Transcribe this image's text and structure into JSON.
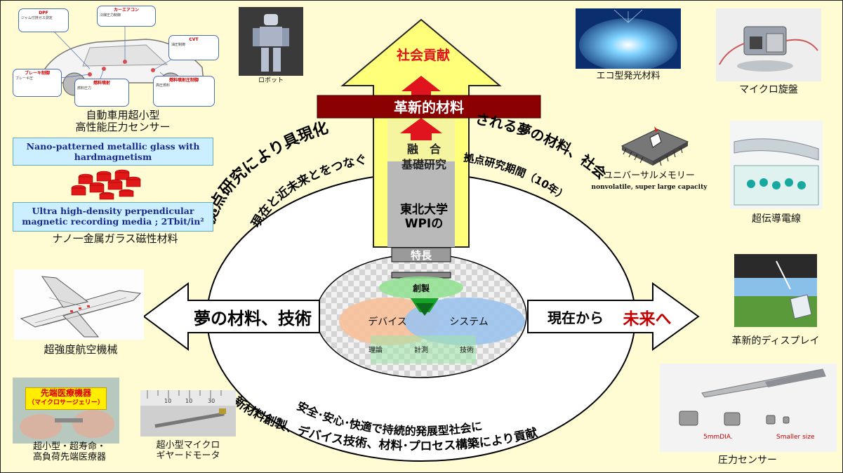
{
  "center": {
    "top_arrow": "社会貢献",
    "banner": "革新的材料",
    "fusion": [
      "融　合",
      "基礎研究"
    ],
    "wpi": [
      "東北大学",
      "WPIの"
    ],
    "feature": "特長",
    "creation": "創製",
    "device": "デバイス",
    "system": "システム",
    "small": [
      "理論",
      "計測",
      "技術"
    ],
    "left_arrow": "夢の材料、技術",
    "right_arrow_pre": "現在から",
    "right_arrow_em": "未来へ",
    "arc_top_outer_left": "拠点研究により具現化",
    "arc_top_outer_right": "される夢の材料、社会",
    "arc_top_inner_left": "現在と近未来とをつなぐ",
    "arc_top_inner_right": "拠点研究期間（10年）",
    "arc_bottom_inner": "安全･安心･快適で持続的発展型社会に",
    "arc_bottom_outer": "新材料創製、デバイス技術、材料･プロセス構築により貢献"
  },
  "items": {
    "car_line1": "自動車用超小型",
    "car_line2": "高性能圧力センサー",
    "robot": "ロボット",
    "eco": "エコ型発光材料",
    "micro_lathe": "マイクロ旋盤",
    "nano_box1": "Nano-patterned metallic glass with hardmagnetism",
    "nano_box2": "Ultra high-density perpendicular magnetic recording media ; 2Tbit/in²",
    "nano_label": "ナノ一金属ガラス磁性材料",
    "memory_line1": "ユニバーサルメモリー",
    "memory_line2": "nonvolatile, super large capacity",
    "superconductor": "超伝導電線",
    "aircraft": "超強度航空機械",
    "display": "革新的ディスプレイ",
    "medical_sign1": "先端医療機器",
    "medical_sign2": "（マイクロサージェリー）",
    "medical_line1": "超小型・超寿命・",
    "medical_line2": "高負荷先端医療器",
    "motor_line1": "超小型マイクロ",
    "motor_line2": "ギヤードモータ",
    "pressure": "圧力センサー",
    "sensor_dia": "5mmDIA.",
    "sensor_small": "Smaller size",
    "ruler_marks": [
      "10",
      "10",
      "30"
    ]
  },
  "callouts": {
    "c1_title": "DPF",
    "c1_body": "ジャム付排ガス測定",
    "c2_title": "カーエアコン",
    "c2_body": "冷媒圧力制御",
    "c3_title": "CVT",
    "c3_body": "油圧制御",
    "c4_title": "ブレーキ制御",
    "c4_body": "ブレーキ圧",
    "c5_title": "燃料噴射",
    "c5_body": "燃料圧力",
    "c6_title": "燃料噴射圧制御",
    "c6_body": "高圧燃料"
  },
  "colors": {
    "background": "#fffbd2",
    "arrow_fill": "#ffff7a",
    "banner": "#8b0000",
    "accent_red": "#e0141e",
    "device_fill": "#f8c09a",
    "system_fill": "#9cc3ee",
    "creation_fill": "#8fe08f",
    "label_box": "#ccefff"
  }
}
